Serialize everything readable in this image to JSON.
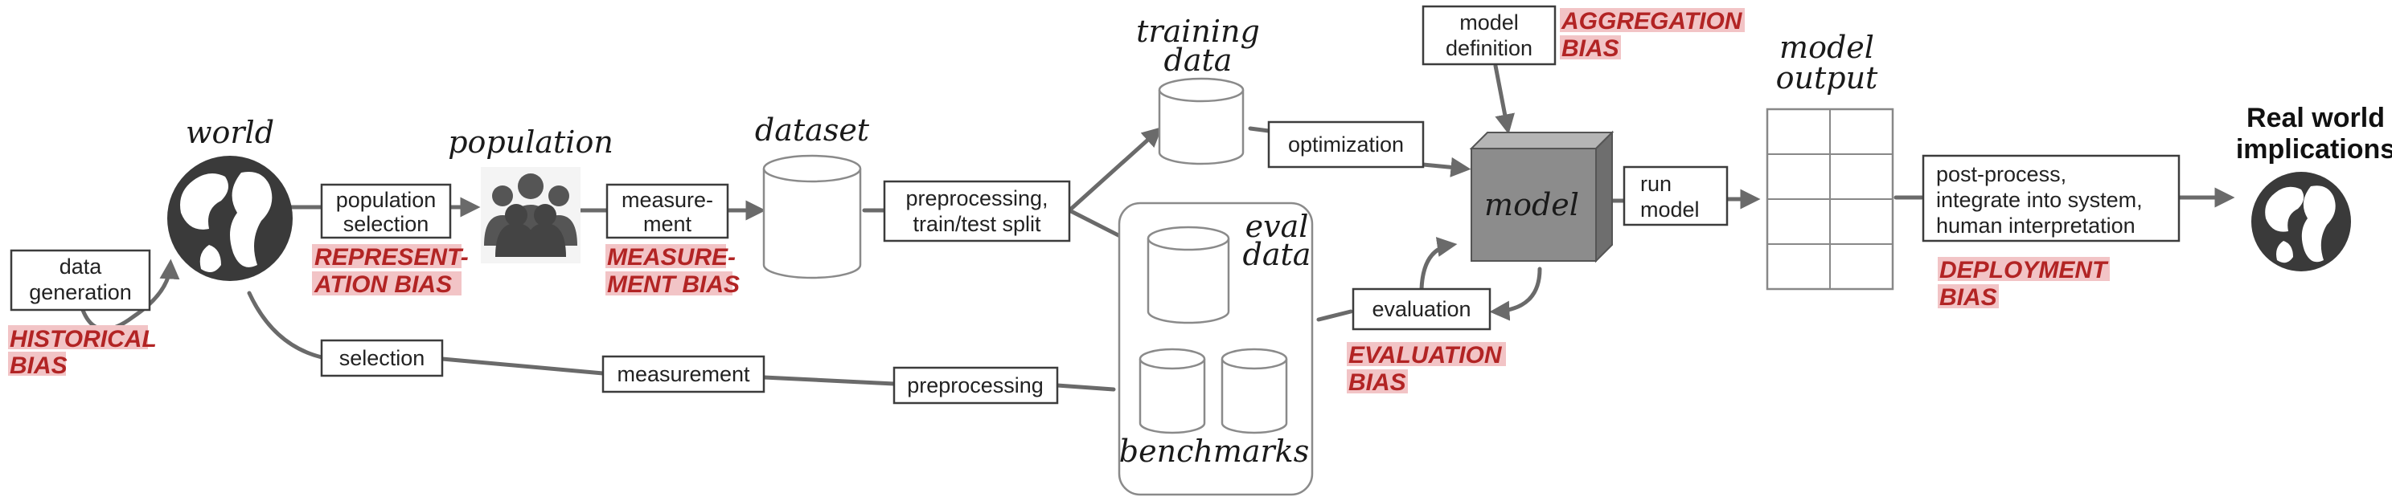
{
  "stages": {
    "world": "world",
    "population": "population",
    "dataset": "dataset",
    "training_data": [
      "training",
      "data"
    ],
    "eval_data": [
      "eval",
      "data"
    ],
    "benchmarks": "benchmarks",
    "model": "model",
    "model_output": [
      "model",
      "output"
    ],
    "real_world": [
      "Real world",
      "implications"
    ]
  },
  "steps": {
    "data_generation": [
      "data",
      "generation"
    ],
    "population_selection": [
      "population",
      "selection"
    ],
    "measurement_1": [
      "measure-",
      "ment"
    ],
    "preprocessing_split": [
      "preprocessing,",
      "train/test split"
    ],
    "optimization": "optimization",
    "model_definition": [
      "model",
      "definition"
    ],
    "run_model": [
      "run",
      "model"
    ],
    "evaluation": "evaluation",
    "post_process": [
      "post-process,",
      "integrate into system,",
      "human interpretation"
    ],
    "selection": "selection",
    "measurement_2": "measurement",
    "preprocessing": "preprocessing"
  },
  "biases": {
    "historical": [
      "HISTORICAL",
      "BIAS"
    ],
    "representation": [
      "REPRESENT-",
      "ATION  BIAS"
    ],
    "measurement": [
      "MEASURE-",
      "MENT BIAS"
    ],
    "aggregation": [
      "AGGREGATION",
      "BIAS"
    ],
    "evaluation": [
      "EVALUATION",
      "BIAS"
    ],
    "deployment": [
      "DEPLOYMENT",
      "BIAS"
    ]
  },
  "colors": {
    "bias_text": "#b22424",
    "bias_highlight": "#f2c4c6",
    "arrow": "#6a6a6a",
    "model_cube": "#8c8c8c",
    "globe": "#3a3a3a"
  },
  "icons": [
    "globe-icon",
    "people-icon",
    "cylinder-icon",
    "cube-icon",
    "grid-icon"
  ]
}
